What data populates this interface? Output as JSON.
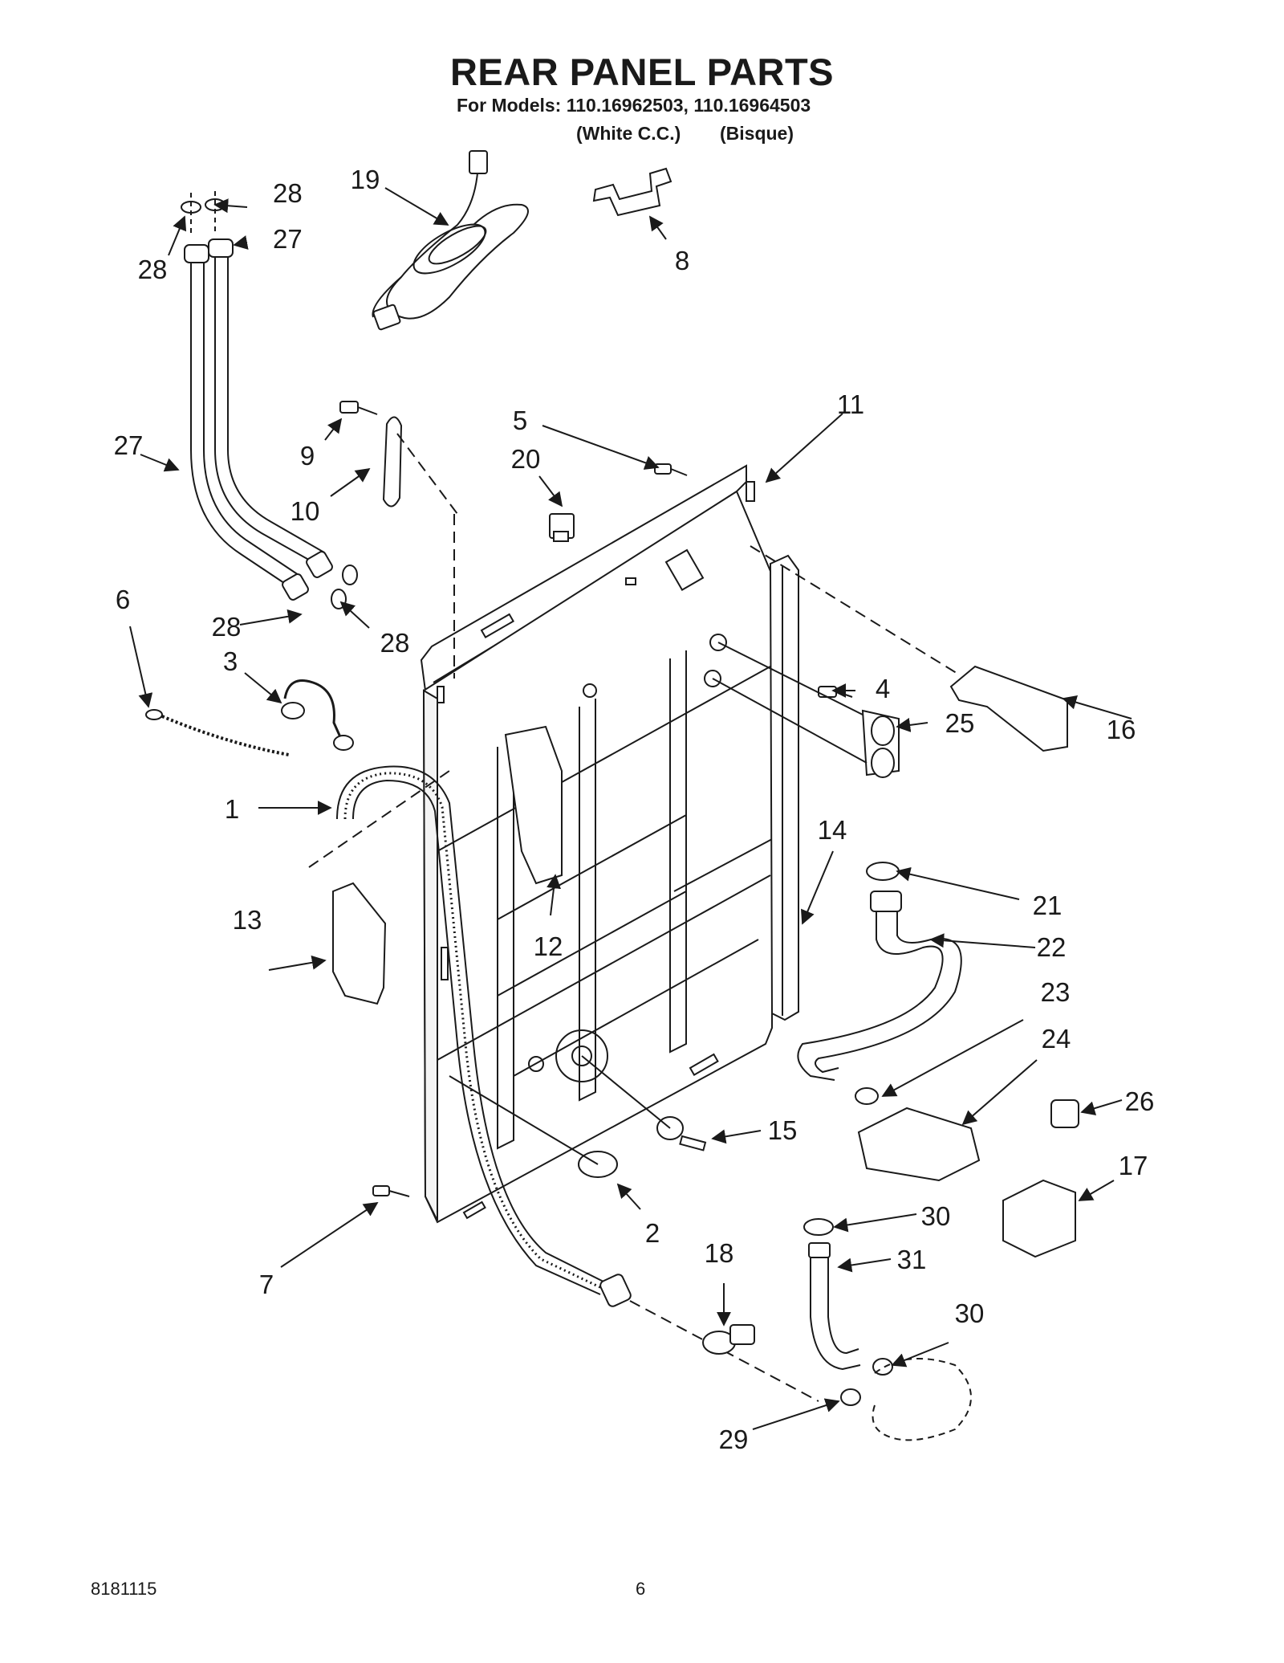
{
  "header": {
    "title": "REAR PANEL PARTS",
    "models_line": "For Models: 110.16962503, 110.16964503",
    "color_1": "(White C.C.)",
    "color_2": "(Bisque)"
  },
  "callouts": [
    {
      "id": "c1",
      "label": "1"
    },
    {
      "id": "c2",
      "label": "2"
    },
    {
      "id": "c3",
      "label": "3"
    },
    {
      "id": "c4",
      "label": "4"
    },
    {
      "id": "c5",
      "label": "5"
    },
    {
      "id": "c6",
      "label": "6"
    },
    {
      "id": "c7",
      "label": "7"
    },
    {
      "id": "c8",
      "label": "8"
    },
    {
      "id": "c9",
      "label": "9"
    },
    {
      "id": "c10",
      "label": "10"
    },
    {
      "id": "c11",
      "label": "11"
    },
    {
      "id": "c12",
      "label": "12"
    },
    {
      "id": "c13",
      "label": "13"
    },
    {
      "id": "c14",
      "label": "14"
    },
    {
      "id": "c15",
      "label": "15"
    },
    {
      "id": "c16",
      "label": "16"
    },
    {
      "id": "c17",
      "label": "17"
    },
    {
      "id": "c18",
      "label": "18"
    },
    {
      "id": "c19",
      "label": "19"
    },
    {
      "id": "c20",
      "label": "20"
    },
    {
      "id": "c21",
      "label": "21"
    },
    {
      "id": "c22",
      "label": "22"
    },
    {
      "id": "c23",
      "label": "23"
    },
    {
      "id": "c24",
      "label": "24"
    },
    {
      "id": "c25",
      "label": "25"
    },
    {
      "id": "c26",
      "label": "26"
    },
    {
      "id": "c27a",
      "label": "27"
    },
    {
      "id": "c27b",
      "label": "27"
    },
    {
      "id": "c28a",
      "label": "28"
    },
    {
      "id": "c28b",
      "label": "28"
    },
    {
      "id": "c28c",
      "label": "28"
    },
    {
      "id": "c28d",
      "label": "28"
    },
    {
      "id": "c29",
      "label": "29"
    },
    {
      "id": "c30a",
      "label": "30"
    },
    {
      "id": "c30b",
      "label": "30"
    },
    {
      "id": "c31",
      "label": "31"
    }
  ],
  "footer": {
    "doc_number": "8181115",
    "page_number": "6"
  }
}
